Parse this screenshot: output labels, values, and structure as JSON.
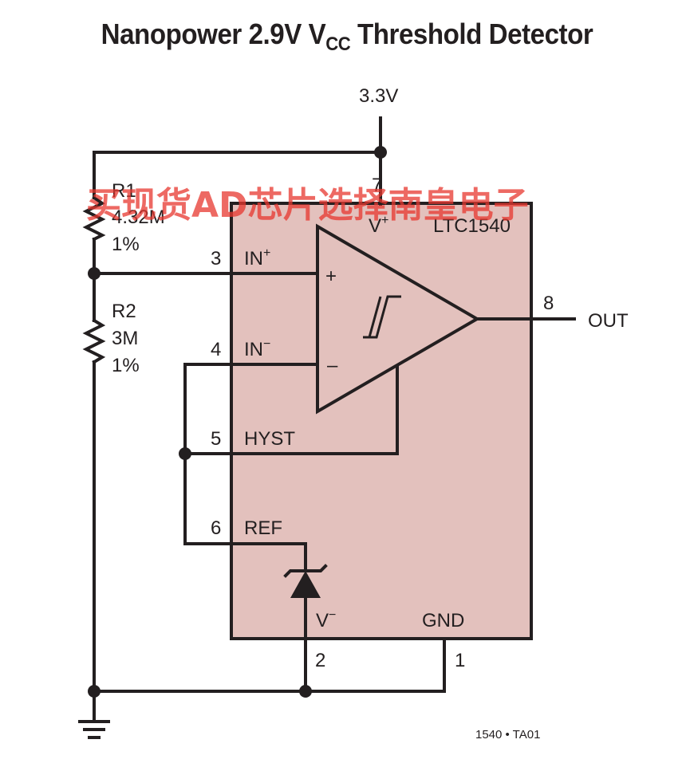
{
  "title": {
    "main": "Nanopower 2.9V V",
    "sub": "CC",
    "rest": " Threshold Detector"
  },
  "supply": "3.3V",
  "chip": {
    "name": "LTC1540",
    "fill": "#e3c1bd",
    "vplus_pin": "7",
    "vplus_label": "V",
    "vplus_sup": "+",
    "pins": [
      {
        "num": "3",
        "label": "IN",
        "sup": "+"
      },
      {
        "num": "4",
        "label": "IN",
        "sup": "−"
      },
      {
        "num": "5",
        "label": "HYST",
        "sup": ""
      },
      {
        "num": "6",
        "label": "REF",
        "sup": ""
      }
    ],
    "out_pin": "8",
    "out_label": "OUT",
    "vminus_pin": "2",
    "vminus_label": "V",
    "vminus_sup": "−",
    "gnd_pin": "1",
    "gnd_label": "GND",
    "comp_plus": "+",
    "comp_minus": "–"
  },
  "r1": {
    "name": "R1",
    "value": "4.32M",
    "tol": "1%"
  },
  "r2": {
    "name": "R2",
    "value": "3M",
    "tol": "1%"
  },
  "figure_code": "1540 • TA01",
  "watermark": "买现货AD芯片选择南皇电子"
}
